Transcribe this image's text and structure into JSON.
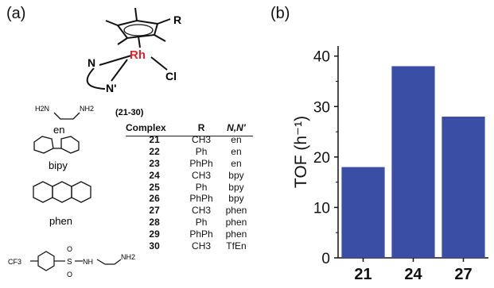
{
  "panel_a": {
    "label": "(a)",
    "complex_ids": "(21-30)",
    "rh_label": "Rh",
    "cl_label": "Cl",
    "n_label": "N",
    "n_prime_label": "N'",
    "r_label": "R",
    "ligands": [
      {
        "name": "en"
      },
      {
        "name": "bipy"
      },
      {
        "name": "phen"
      }
    ],
    "tfen_labels": {
      "cf3": "CF3",
      "s": "S",
      "o1": "O",
      "o2": "O",
      "nh": "NH",
      "nh2": "NH2",
      "h2n": "H2N",
      "nh2b": "NH2"
    },
    "table": {
      "headers": [
        "Complex",
        "R",
        "N,N′"
      ],
      "rows": [
        [
          "21",
          "CH3",
          "en"
        ],
        [
          "22",
          "Ph",
          "en"
        ],
        [
          "23",
          "PhPh",
          "en"
        ],
        [
          "24",
          "CH3",
          "bpy"
        ],
        [
          "25",
          "Ph",
          "bpy"
        ],
        [
          "26",
          "PhPh",
          "bpy"
        ],
        [
          "27",
          "CH3",
          "phen"
        ],
        [
          "28",
          "Ph",
          "phen"
        ],
        [
          "29",
          "PhPh",
          "phen"
        ],
        [
          "30",
          "CH3",
          "TfEn"
        ]
      ]
    }
  },
  "panel_b": {
    "label": "(b)"
  },
  "chart_data": {
    "type": "bar",
    "categories": [
      "21",
      "24",
      "27"
    ],
    "values": [
      18,
      38,
      28
    ],
    "ylabel": "TOF (h⁻¹)",
    "ylim": [
      0,
      42
    ],
    "yticks": [
      "0",
      "10",
      "20",
      "30",
      "40"
    ],
    "xticks": [
      "21",
      "24",
      "27"
    ],
    "bar_color": "#3a4ea6",
    "grid": false
  }
}
